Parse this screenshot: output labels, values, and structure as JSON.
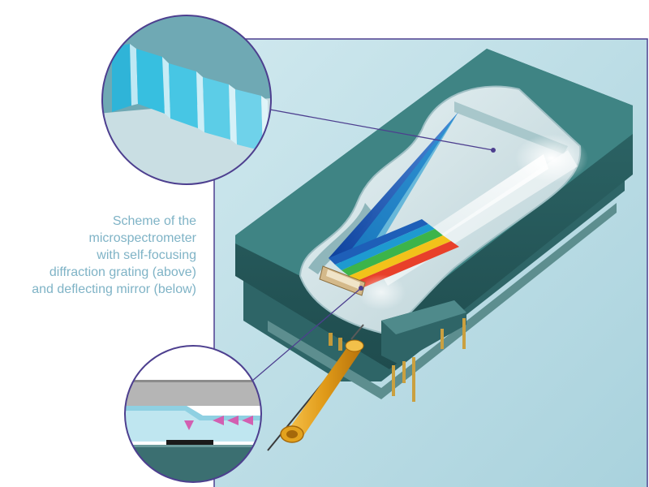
{
  "caption": {
    "lines": [
      "Scheme of the",
      "microspectrometer",
      "with self-focusing",
      "diffraction grating (above)",
      "and deflecting mirror (below)"
    ]
  },
  "colors": {
    "background_panel": "#bfe0e8",
    "frame_line": "#4d3f8f",
    "housing": "#336e6e",
    "housing_top": "#3f8484",
    "grating_blue": "#3fb8d8",
    "fiber_orange": "#e3a21e",
    "spectrum_colors": [
      "#1e5fb8",
      "#1e9ad0",
      "#3cb44a",
      "#f2c21a",
      "#e8402a"
    ]
  },
  "icons": [
    "grating-detail-magnifier",
    "mirror-detail-magnifier",
    "optical-fiber",
    "connector-pins"
  ]
}
